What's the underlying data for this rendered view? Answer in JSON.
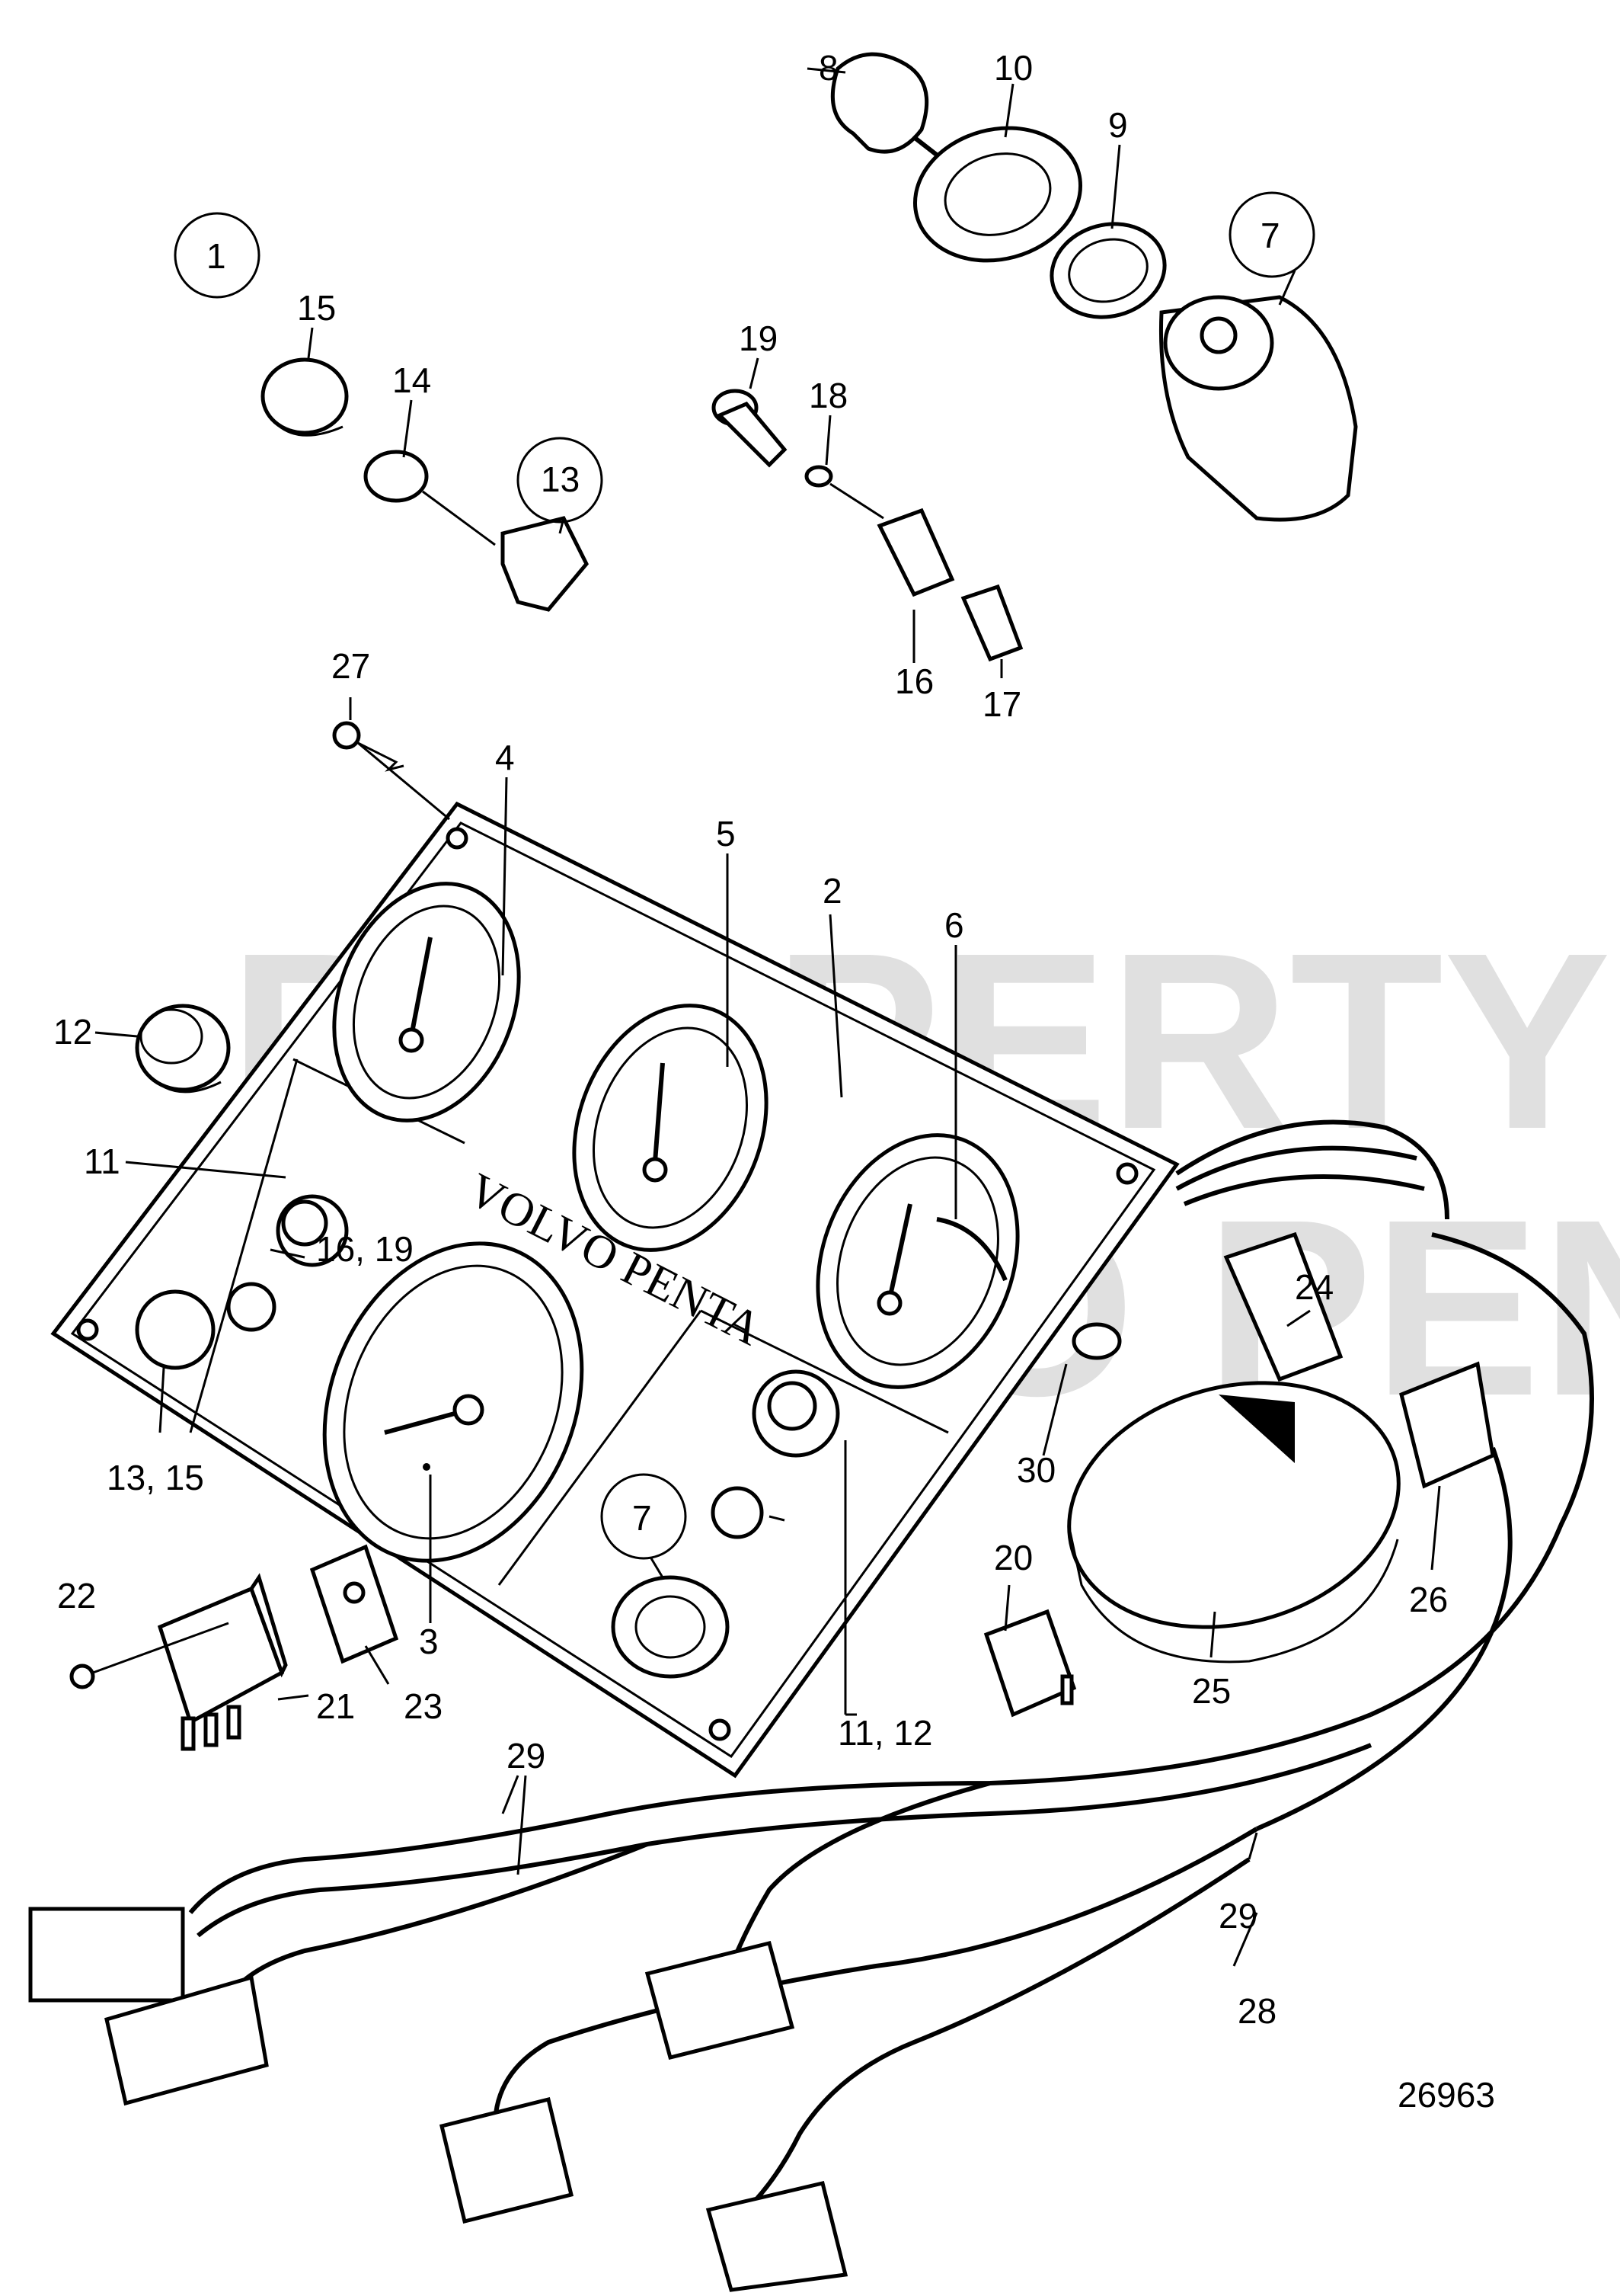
{
  "watermark": {
    "line1": "PROPERTY OF",
    "line2": "VOLVO PENTA"
  },
  "panel_brand": "VOLVO PENTA",
  "drawing_number": "26963",
  "callouts": {
    "c1": "1",
    "c2": "2",
    "c3": "3",
    "c4": "4",
    "c5": "5",
    "c6": "6",
    "c7a": "7",
    "c7b": "7",
    "c8": "8",
    "c9": "9",
    "c10": "10",
    "c11": "11",
    "c11_12": "11, 12",
    "c12": "12",
    "c13": "13",
    "c13_15": "13, 15",
    "c14": "14",
    "c15": "15",
    "c16": "16",
    "c16_19": "16, 19",
    "c17": "17",
    "c18": "18",
    "c19": "19",
    "c20": "20",
    "c21": "21",
    "c22": "22",
    "c23": "23",
    "c24": "24",
    "c25": "25",
    "c26": "26",
    "c27": "27",
    "c28": "28",
    "c29a": "29",
    "c29b": "29",
    "c30": "30"
  }
}
